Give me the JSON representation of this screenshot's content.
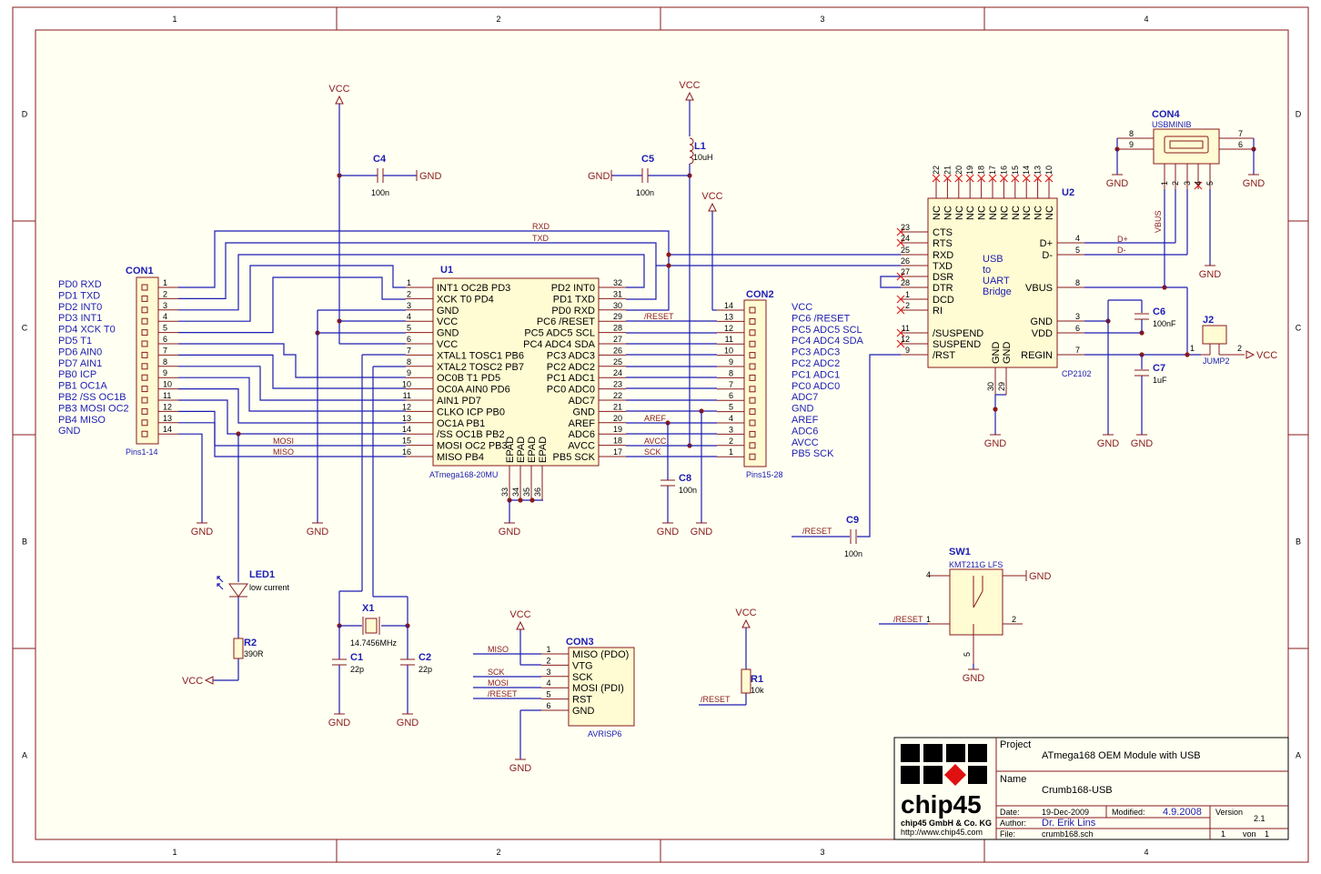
{
  "grid": {
    "columns": [
      "1",
      "2",
      "3",
      "4"
    ],
    "rows": [
      "D",
      "C",
      "B",
      "A"
    ]
  },
  "u1": {
    "ref": "U1",
    "value": "ATmega168-20MU",
    "left_pins": [
      {
        "n": "1",
        "name": "INT1 OC2B PD3"
      },
      {
        "n": "2",
        "name": "XCK T0 PD4"
      },
      {
        "n": "3",
        "name": "GND"
      },
      {
        "n": "4",
        "name": "VCC"
      },
      {
        "n": "5",
        "name": "GND"
      },
      {
        "n": "6",
        "name": "VCC"
      },
      {
        "n": "7",
        "name": "XTAL1 TOSC1 PB6"
      },
      {
        "n": "8",
        "name": "XTAL2 TOSC2 PB7"
      },
      {
        "n": "9",
        "name": "OC0B T1 PD5"
      },
      {
        "n": "10",
        "name": "OC0A AIN0 PD6"
      },
      {
        "n": "11",
        "name": "AIN1 PD7"
      },
      {
        "n": "12",
        "name": "CLKO ICP PB0"
      },
      {
        "n": "13",
        "name": "OC1A PB1"
      },
      {
        "n": "14",
        "name": "/SS OC1B PB2"
      },
      {
        "n": "15",
        "name": "MOSI OC2 PB3"
      },
      {
        "n": "16",
        "name": "MISO PB4"
      }
    ],
    "right_pins": [
      {
        "n": "32",
        "name": "PD2 INT0"
      },
      {
        "n": "31",
        "name": "PD1 TXD"
      },
      {
        "n": "30",
        "name": "PD0 RXD"
      },
      {
        "n": "29",
        "name": "PC6 /RESET"
      },
      {
        "n": "28",
        "name": "PC5 ADC5 SCL"
      },
      {
        "n": "27",
        "name": "PC4 ADC4 SDA"
      },
      {
        "n": "26",
        "name": "PC3 ADC3"
      },
      {
        "n": "25",
        "name": "PC2 ADC2"
      },
      {
        "n": "24",
        "name": "PC1 ADC1"
      },
      {
        "n": "23",
        "name": "PC0 ADC0"
      },
      {
        "n": "22",
        "name": "ADC7"
      },
      {
        "n": "21",
        "name": "GND"
      },
      {
        "n": "20",
        "name": "AREF"
      },
      {
        "n": "19",
        "name": "ADC6"
      },
      {
        "n": "18",
        "name": "AVCC"
      },
      {
        "n": "17",
        "name": "PB5 SCK"
      }
    ],
    "bottom_pins": [
      {
        "n": "33",
        "name": "EPAD"
      },
      {
        "n": "34",
        "name": "EPAD"
      },
      {
        "n": "35",
        "name": "EPAD"
      },
      {
        "n": "36",
        "name": "EPAD"
      }
    ]
  },
  "con1": {
    "ref": "CON1",
    "value": "Pins1-14",
    "pins": [
      "1",
      "2",
      "3",
      "4",
      "5",
      "6",
      "7",
      "8",
      "9",
      "10",
      "11",
      "12",
      "13",
      "14"
    ],
    "labels": [
      "PD0 RXD",
      "PD1 TXD",
      "PD2 INT0",
      "PD3 INT1",
      "PD4 XCK T0",
      "PD5 T1",
      "PD6 AIN0",
      "PD7 AIN1",
      "PB0 ICP",
      "PB1 OC1A",
      "PB2 /SS OC1B",
      "PB3 MOSI OC2",
      "PB4 MISO",
      "GND"
    ]
  },
  "con2": {
    "ref": "CON2",
    "value": "Pins15-28",
    "pins": [
      "14",
      "13",
      "12",
      "11",
      "10",
      "9",
      "8",
      "7",
      "6",
      "5",
      "4",
      "3",
      "2",
      "1"
    ],
    "labels": [
      "VCC",
      "PC6 /RESET",
      "PC5 ADC5 SCL",
      "PC4 ADC4 SDA",
      "PC3 ADC3",
      "PC2 ADC2",
      "PC1 ADC1",
      "PC0 ADC0",
      "ADC7",
      "GND",
      "AREF",
      "ADC6",
      "AVCC",
      "PB5 SCK"
    ]
  },
  "u2": {
    "ref": "U2",
    "value": "CP2102",
    "top_pins": [
      "22",
      "21",
      "20",
      "19",
      "18",
      "17",
      "16",
      "15",
      "14",
      "13",
      "10"
    ],
    "nc": "NC",
    "left_pins": [
      {
        "n": "23",
        "name": "CTS"
      },
      {
        "n": "24",
        "name": "RTS"
      },
      {
        "n": "25",
        "name": "RXD"
      },
      {
        "n": "26",
        "name": "TXD"
      },
      {
        "n": "27",
        "name": "DSR"
      },
      {
        "n": "28",
        "name": "DTR"
      },
      {
        "n": "1",
        "name": "DCD"
      },
      {
        "n": "2",
        "name": "RI"
      },
      {
        "n": "11",
        "name": "/SUSPEND"
      },
      {
        "n": "12",
        "name": "SUSPEND"
      },
      {
        "n": "9",
        "name": "/RST"
      }
    ],
    "right_pins": [
      {
        "n": "4",
        "name": "D+"
      },
      {
        "n": "5",
        "name": "D-"
      },
      {
        "n": "8",
        "name": "VBUS"
      },
      {
        "n": "3",
        "name": "GND"
      },
      {
        "n": "6",
        "name": "VDD"
      },
      {
        "n": "7",
        "name": "REGIN"
      }
    ],
    "bottom_pins": [
      {
        "n": "30",
        "name": "GND"
      },
      {
        "n": "29",
        "name": "GND"
      }
    ],
    "center": [
      "USB",
      "to",
      "UART",
      "Bridge"
    ]
  },
  "con4": {
    "ref": "CON4",
    "value": "USBMINIB",
    "pins_left": [
      "8",
      "9"
    ],
    "pins_right": [
      "7",
      "6"
    ],
    "pins_bottom": [
      "1",
      "2",
      "3",
      "4",
      "5"
    ]
  },
  "con3": {
    "ref": "CON3",
    "value": "AVRISP6",
    "pins": [
      "1",
      "2",
      "3",
      "4",
      "5",
      "6"
    ],
    "names": [
      "MISO (PDO)",
      "VTG",
      "SCK",
      "MOSI (PDI)",
      "RST",
      "GND"
    ]
  },
  "sw1": {
    "ref": "SW1",
    "value": "KMT211G LFS",
    "pins": [
      "4",
      "1",
      "2",
      "5"
    ]
  },
  "j2": {
    "ref": "J2",
    "value": "JUMP2",
    "pins": [
      "1",
      "2"
    ]
  },
  "parts": {
    "c4": {
      "ref": "C4",
      "value": "100n"
    },
    "c5": {
      "ref": "C5",
      "value": "100n"
    },
    "l1": {
      "ref": "L1",
      "value": "10uH"
    },
    "c8": {
      "ref": "C8",
      "value": "100n"
    },
    "c9": {
      "ref": "C9",
      "value": "100n"
    },
    "c6": {
      "ref": "C6",
      "value": "100nF"
    },
    "c7": {
      "ref": "C7",
      "value": "1uF"
    },
    "c1": {
      "ref": "C1",
      "value": "22p"
    },
    "c2": {
      "ref": "C2",
      "value": "22p"
    },
    "x1": {
      "ref": "X1",
      "value": "14.7456MHz"
    },
    "r1": {
      "ref": "R1",
      "value": "10k"
    },
    "r2": {
      "ref": "R2",
      "value": "390R"
    },
    "led1": {
      "ref": "LED1",
      "value": "low current"
    }
  },
  "nets": {
    "vcc": "VCC",
    "gnd": "GND",
    "rxd": "RXD",
    "txd": "TXD",
    "reset": "/RESET",
    "aref": "AREF",
    "avcc": "AVCC",
    "sck": "SCK",
    "mosi": "MOSI",
    "miso": "MISO",
    "dplus": "D+",
    "dminus": "D-",
    "vbus": "VBUS"
  },
  "title_block": {
    "logo_text": "chip45",
    "company": "chip45 GmbH & Co. KG",
    "url": "http://www.chip45.com",
    "project_label": "Project",
    "project": "ATmega168 OEM Module with USB",
    "name_label": "Name",
    "name": "Crumb168-USB",
    "date_label": "Date:",
    "date": "19-Dec-2009",
    "modified_label": "Modified:",
    "modified": "4.9.2008",
    "version_label": "Version",
    "version": "2.1",
    "author_label": "Author:",
    "author": "Dr. Erik Lins",
    "file_label": "File:",
    "file": "crumb168.sch",
    "page": "1",
    "von_label": "von",
    "pages": "1"
  }
}
